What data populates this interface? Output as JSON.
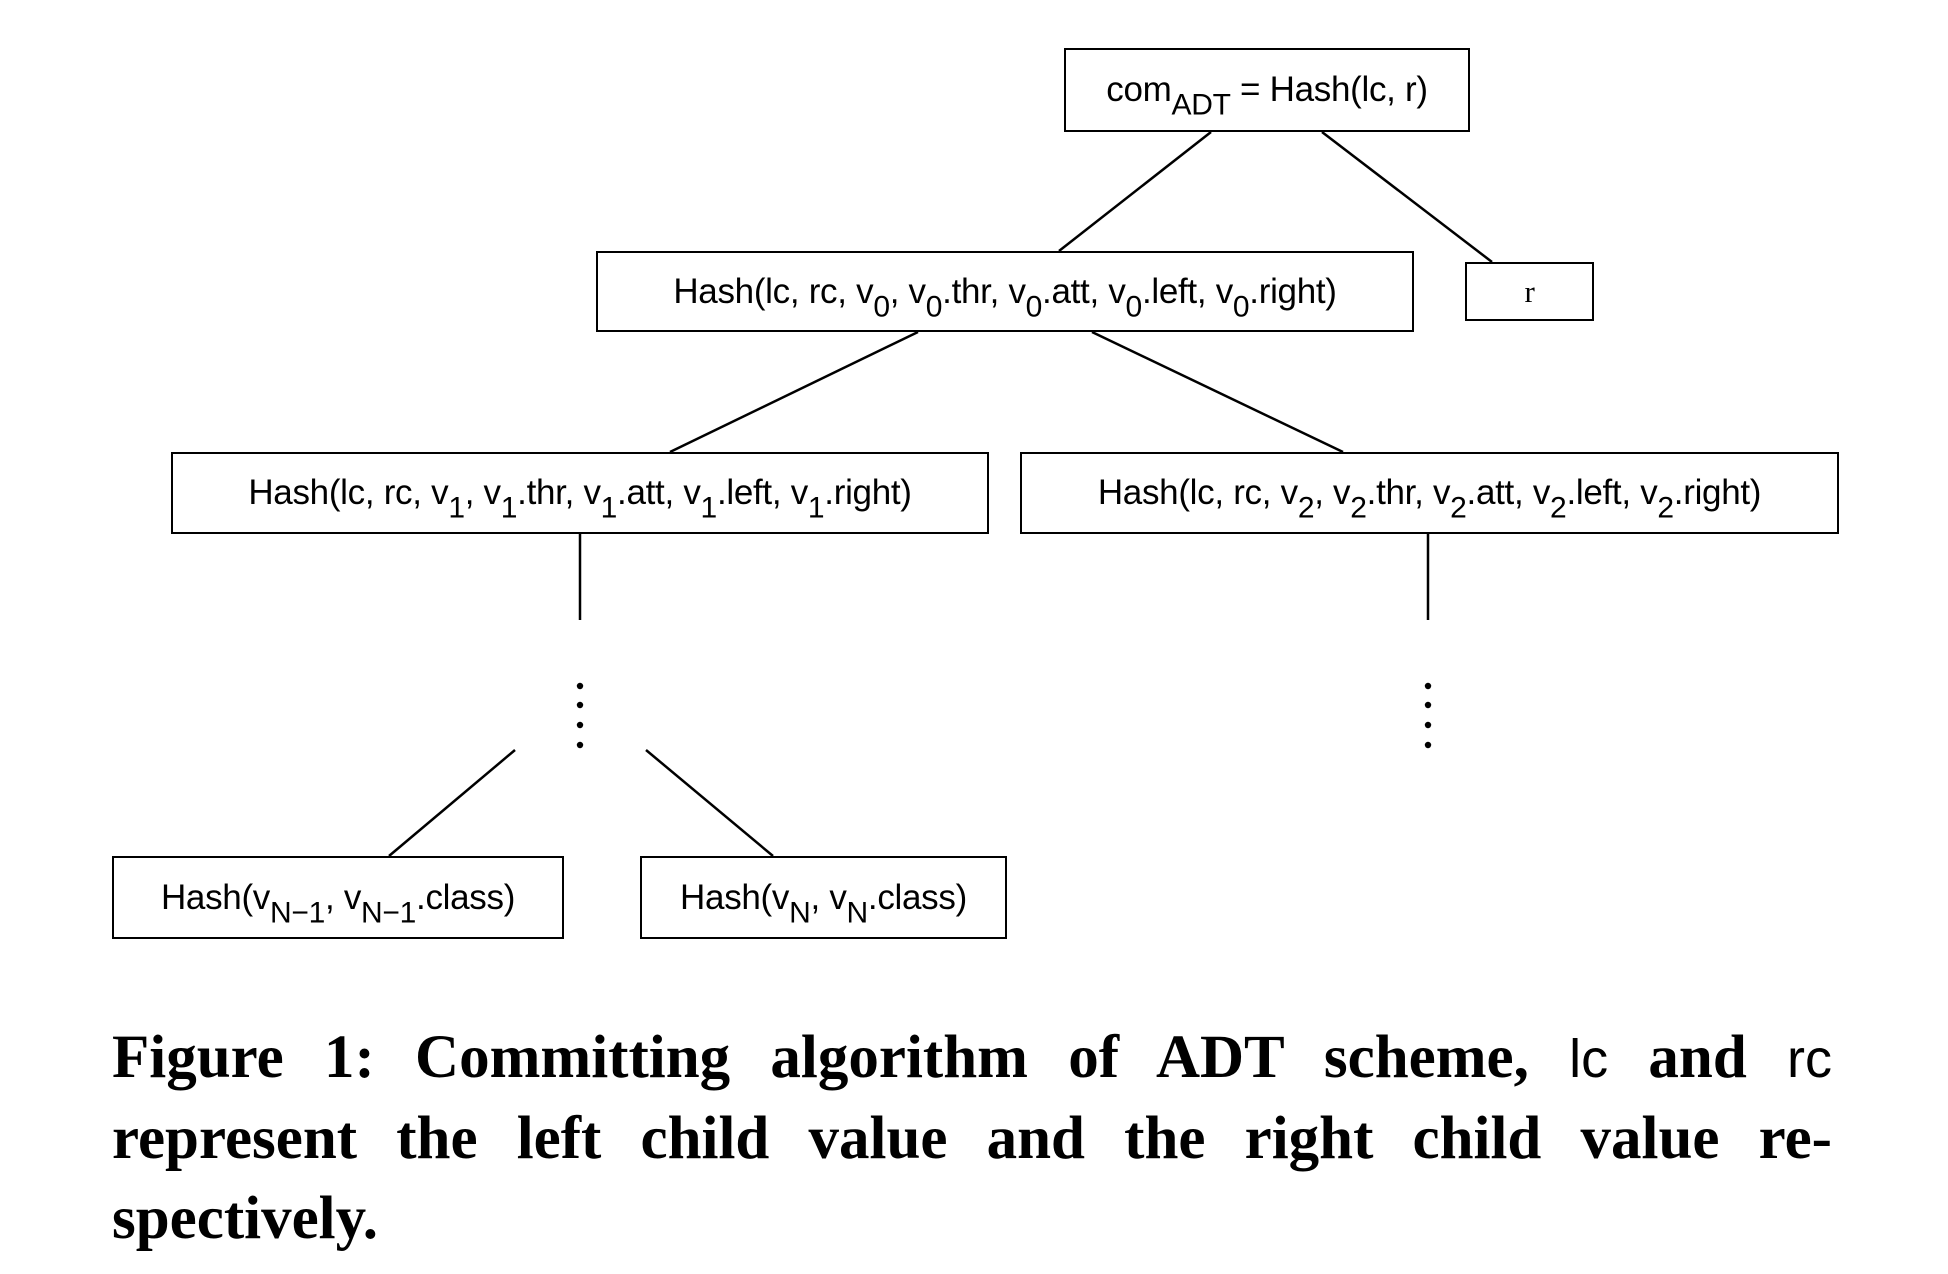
{
  "nodes": {
    "root": {
      "pre": "com",
      "sub": "ADT",
      "post": " = Hash(lc, r)"
    },
    "r": {
      "label": "r"
    },
    "v0": {
      "a": "Hash(lc, rc, v",
      "s1": "0",
      "b": ", v",
      "s2": "0",
      "c": ".thr, v",
      "s3": "0",
      "d": ".att, v",
      "s4": "0",
      "e": ".left, v",
      "s5": "0",
      "f": ".right)"
    },
    "v1": {
      "a": "Hash(lc, rc, v",
      "s1": "1",
      "b": ", v",
      "s2": "1",
      "c": ".thr, v",
      "s3": "1",
      "d": ".att, v",
      "s4": "1",
      "e": ".left, v",
      "s5": "1",
      "f": ".right)"
    },
    "v2": {
      "a": "Hash(lc, rc, v",
      "s1": "2",
      "b": ", v",
      "s2": "2",
      "c": ".thr, v",
      "s3": "2",
      "d": ".att, v",
      "s4": "2",
      "e": ".left, v",
      "s5": "2",
      "f": ".right)"
    },
    "vn1": {
      "a": "Hash(v",
      "s1": "N−1",
      "b": ", v",
      "s2": "N−1",
      "c": ".class)"
    },
    "vn": {
      "a": "Hash(v",
      "s1": "N",
      "b": ", v",
      "s2": "N",
      "c": ".class)"
    }
  },
  "caption": {
    "part1": "Figure 1: Committing algorithm of ADT scheme, ",
    "lc": "lc",
    "part2": " and ",
    "rc": "rc",
    "part3": " represent the left child value and the right child value re-spectively."
  }
}
